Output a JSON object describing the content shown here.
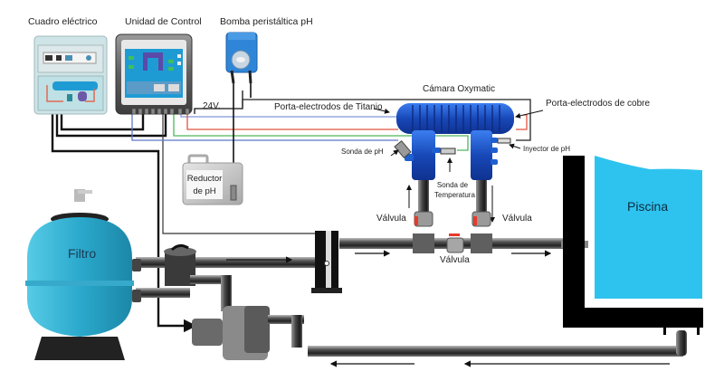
{
  "diagram": {
    "title": "Esquema de instalación Oxymatic",
    "components": {
      "electrical_panel": "Cuadro eléctrico",
      "control_unit": "Unidad de Control",
      "ph_pump": "Bomba peristáltica pH",
      "chamber": "Cámara Oxymatic",
      "titanium_holder": "Porta-electrodos de Titanio",
      "copper_holder": "Porta-electrodos de cobre",
      "ph_probe": "Sonda de  pH",
      "ph_injector": "Inyector de pH",
      "temp_probe_line1": "Sonda de",
      "temp_probe_line2": "Temperatura",
      "ph_reducer_line1": "Reductor",
      "ph_reducer_line2": "de pH",
      "valve_left": "Válvula",
      "valve_right": "Válvula",
      "valve_bypass": "Válvula",
      "filter": "Filtro",
      "pool": "Piscina",
      "voltage": "24V."
    },
    "colors": {
      "water_blue": "#2ec3ee",
      "filter_blue": "#3fb6d6",
      "chamber_blue": "#1f5fd0",
      "pump_blue": "#2f86d8",
      "wire_blue": "#5a78c8",
      "wire_red": "#e2553f",
      "wire_green": "#4fb85a",
      "wire_black": "#111111",
      "valve_red": "#e53b2b"
    }
  }
}
